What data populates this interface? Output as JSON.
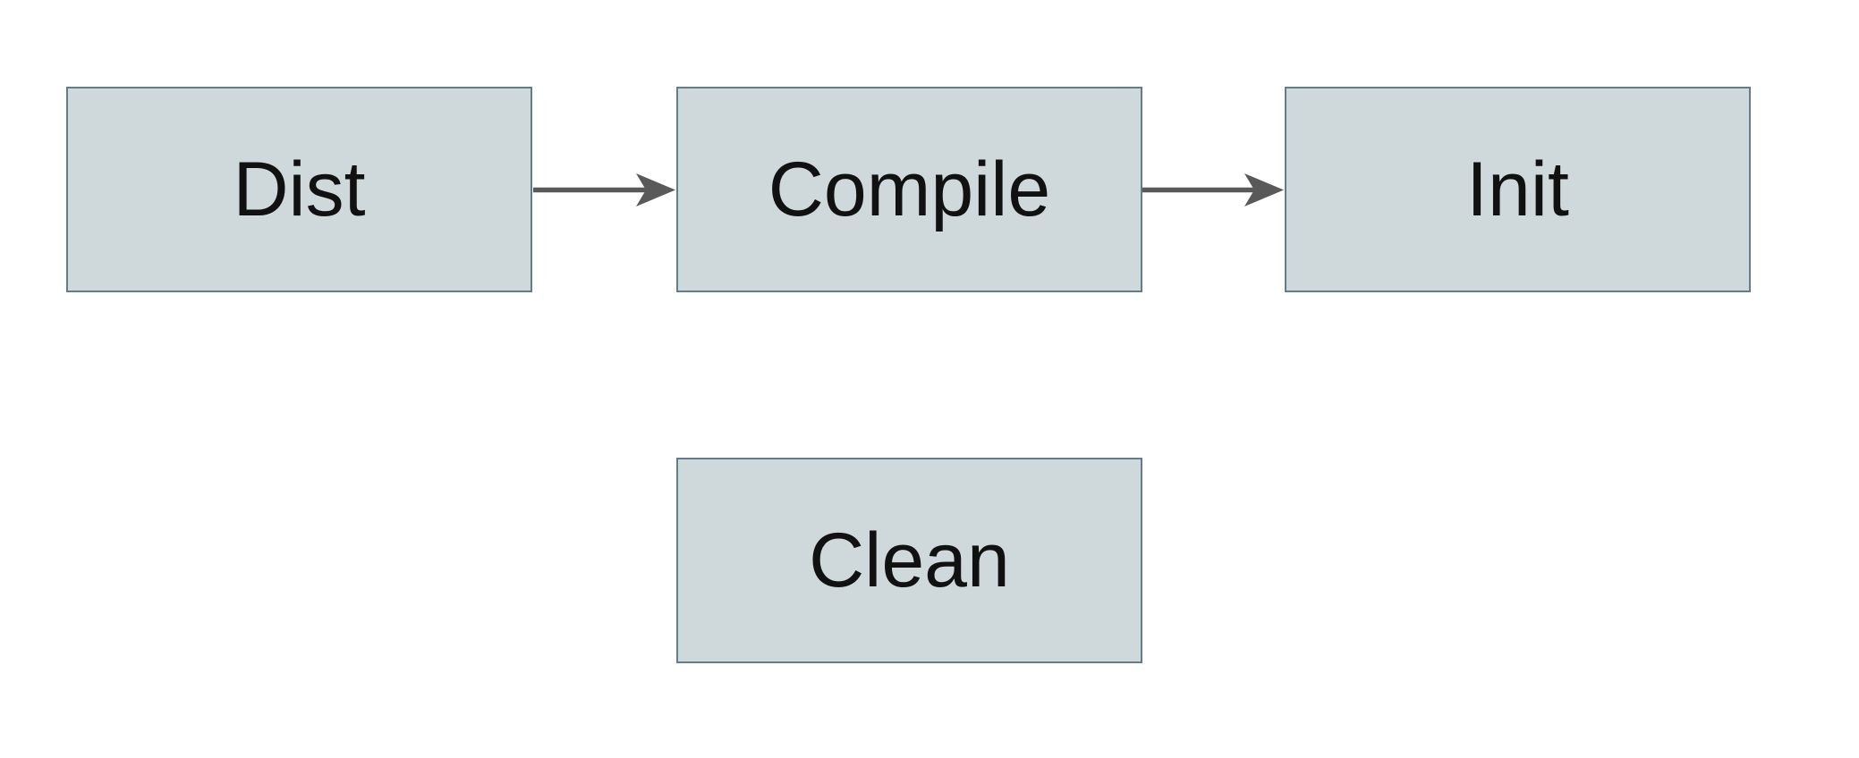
{
  "diagram": {
    "type": "flowchart",
    "background": "#ffffff",
    "colors": {
      "node_fill": "#cfd8da",
      "node_border": "#5f7d8b",
      "arrow": "#595959",
      "text": "#111111"
    },
    "nodes": [
      {
        "id": "dist",
        "label": "Dist"
      },
      {
        "id": "compile",
        "label": "Compile"
      },
      {
        "id": "init",
        "label": "Init"
      },
      {
        "id": "clean",
        "label": "Clean"
      }
    ],
    "edges": [
      {
        "from": "dist",
        "to": "compile",
        "direction": "right"
      },
      {
        "from": "compile",
        "to": "init",
        "direction": "right"
      }
    ]
  }
}
